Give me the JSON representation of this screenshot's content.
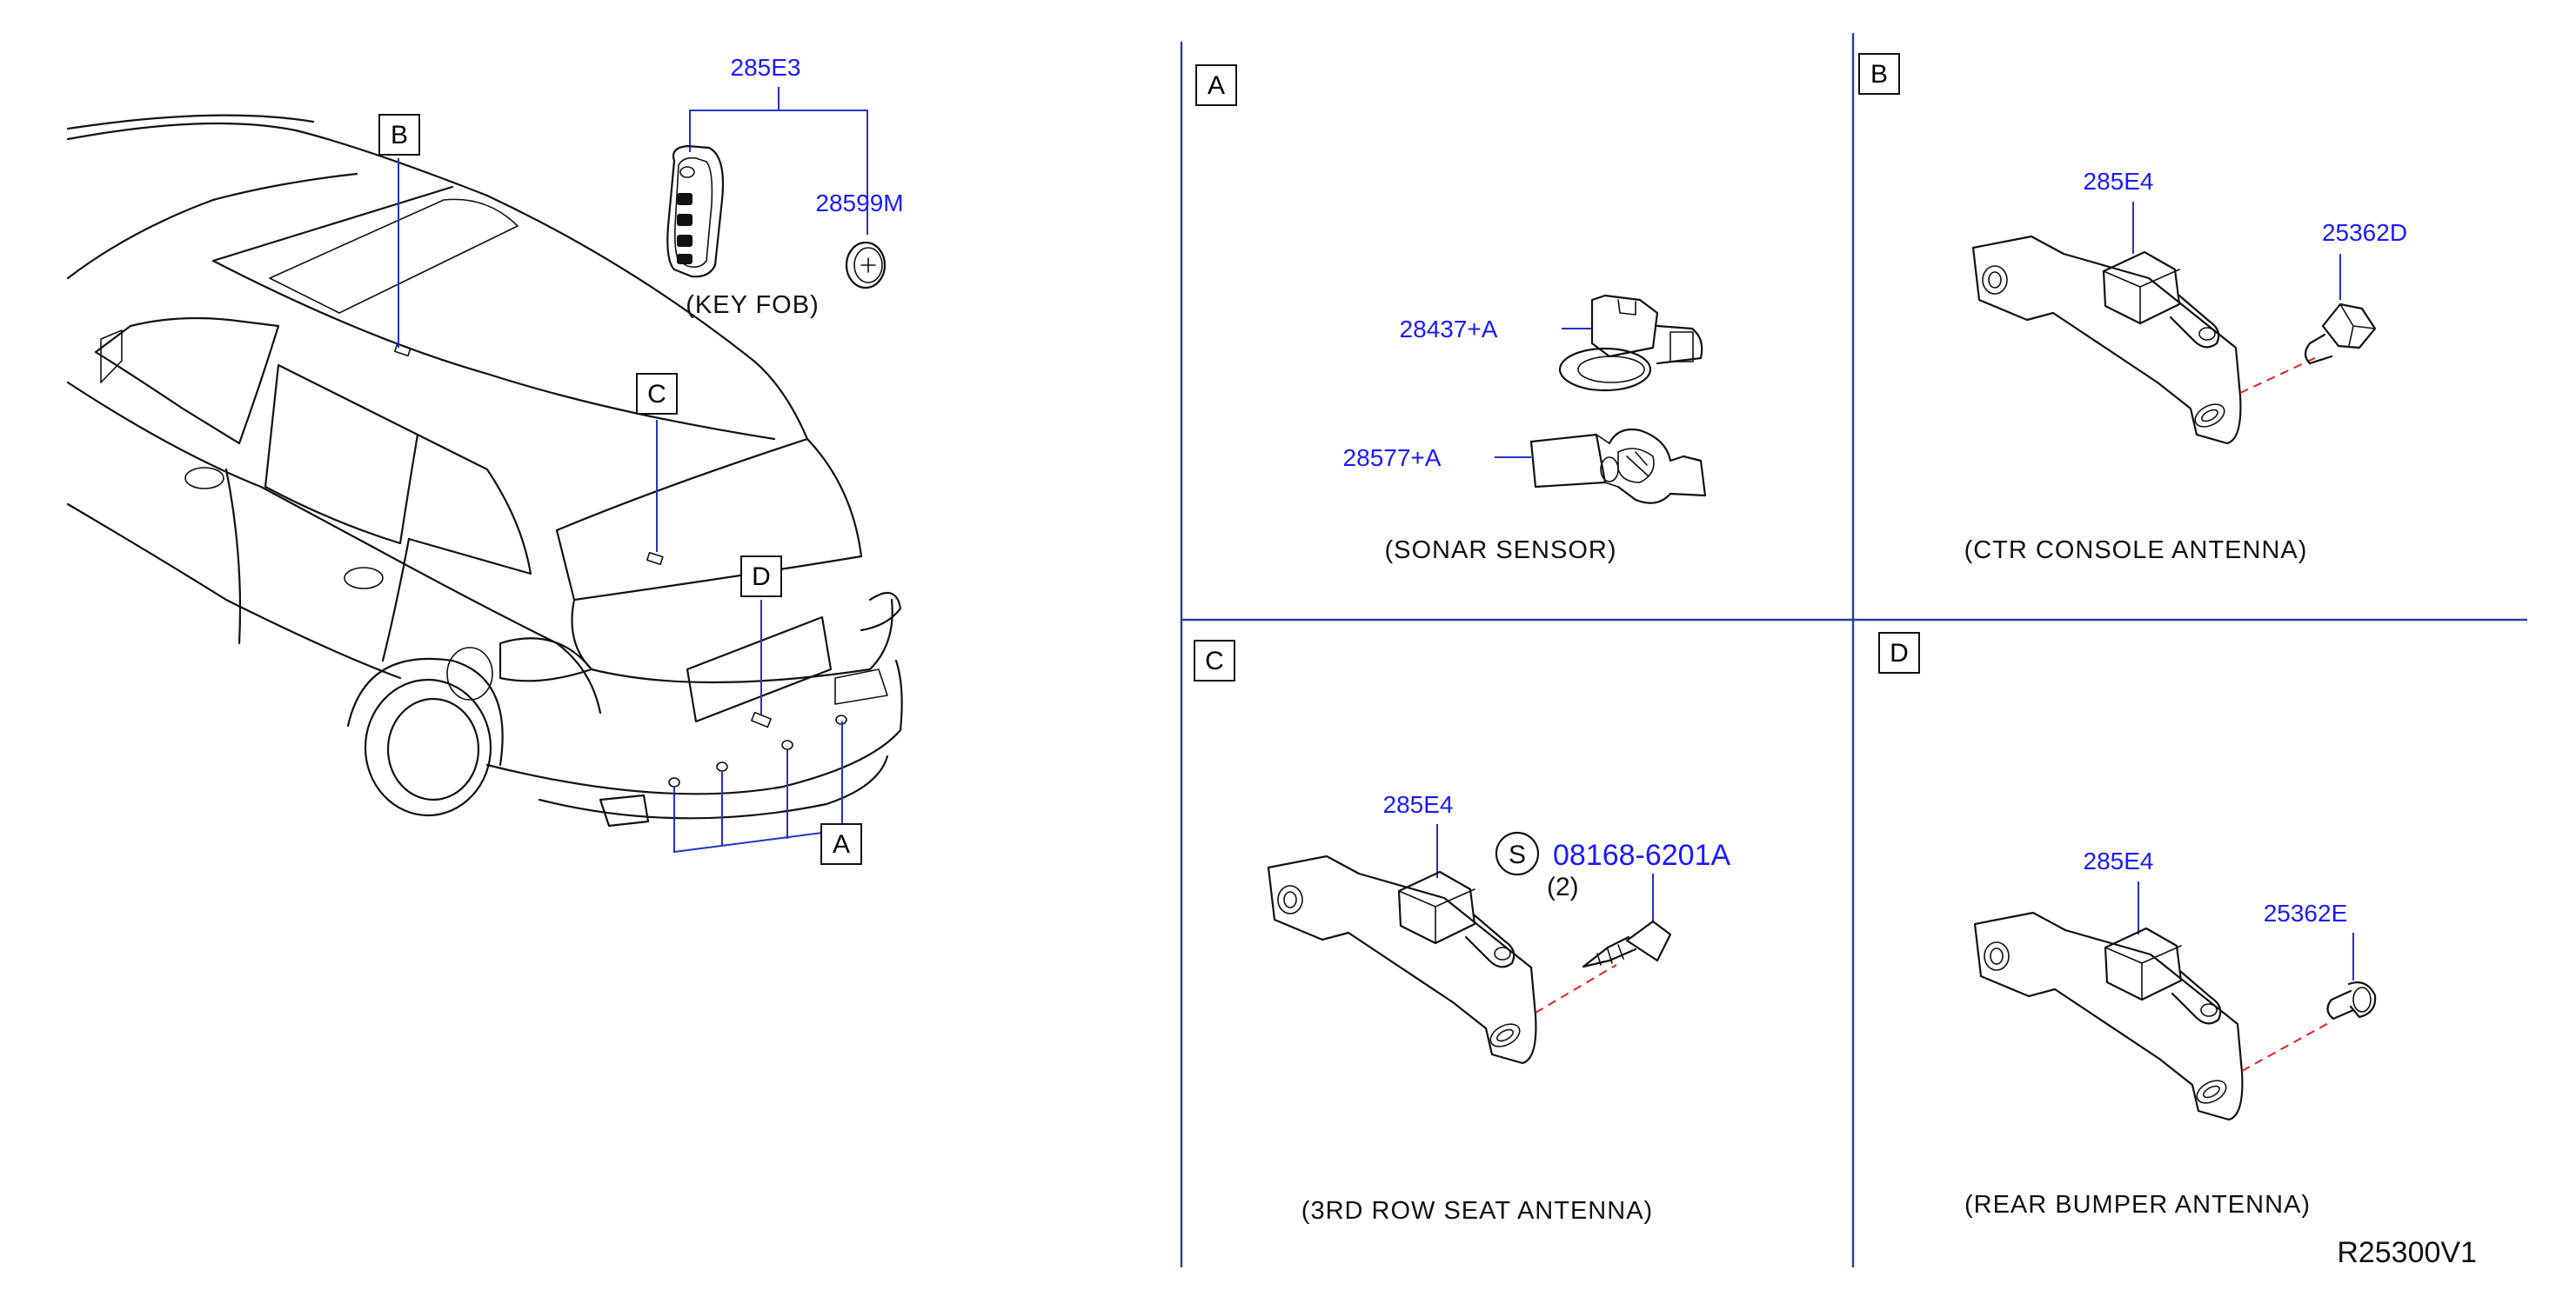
{
  "colors": {
    "part_number": "#1a1aff",
    "leader": "#2233cc",
    "panel_divider": "#2a3f9c",
    "hidden_line": "#dd2222",
    "line_art": "#111111"
  },
  "overview": {
    "view_labels": {
      "a": "A",
      "b": "B",
      "c": "C",
      "d": "D"
    },
    "key_fob": {
      "part_number": "285E3",
      "battery_part_number": "28599M",
      "caption": "(KEY   FOB)"
    }
  },
  "panels": {
    "a": {
      "label": "A",
      "parts": [
        "28437+A",
        "28577+A"
      ],
      "caption": "(SONAR   SENSOR)"
    },
    "b": {
      "label": "B",
      "parts": [
        "285E4",
        "25362D"
      ],
      "caption": "(CTR   CONSOLE   ANTENNA)"
    },
    "c": {
      "label": "C",
      "parts": [
        "285E4"
      ],
      "screw_symbol": "S",
      "screw_part_number": "08168-6201A",
      "screw_qty": "(2)",
      "caption": "(3RD   ROW   SEAT   ANTENNA)"
    },
    "d": {
      "label": "D",
      "parts": [
        "285E4",
        "25362E"
      ],
      "caption": "(REAR   BUMPER   ANTENNA)"
    }
  },
  "diagram_code": "R25300V1"
}
